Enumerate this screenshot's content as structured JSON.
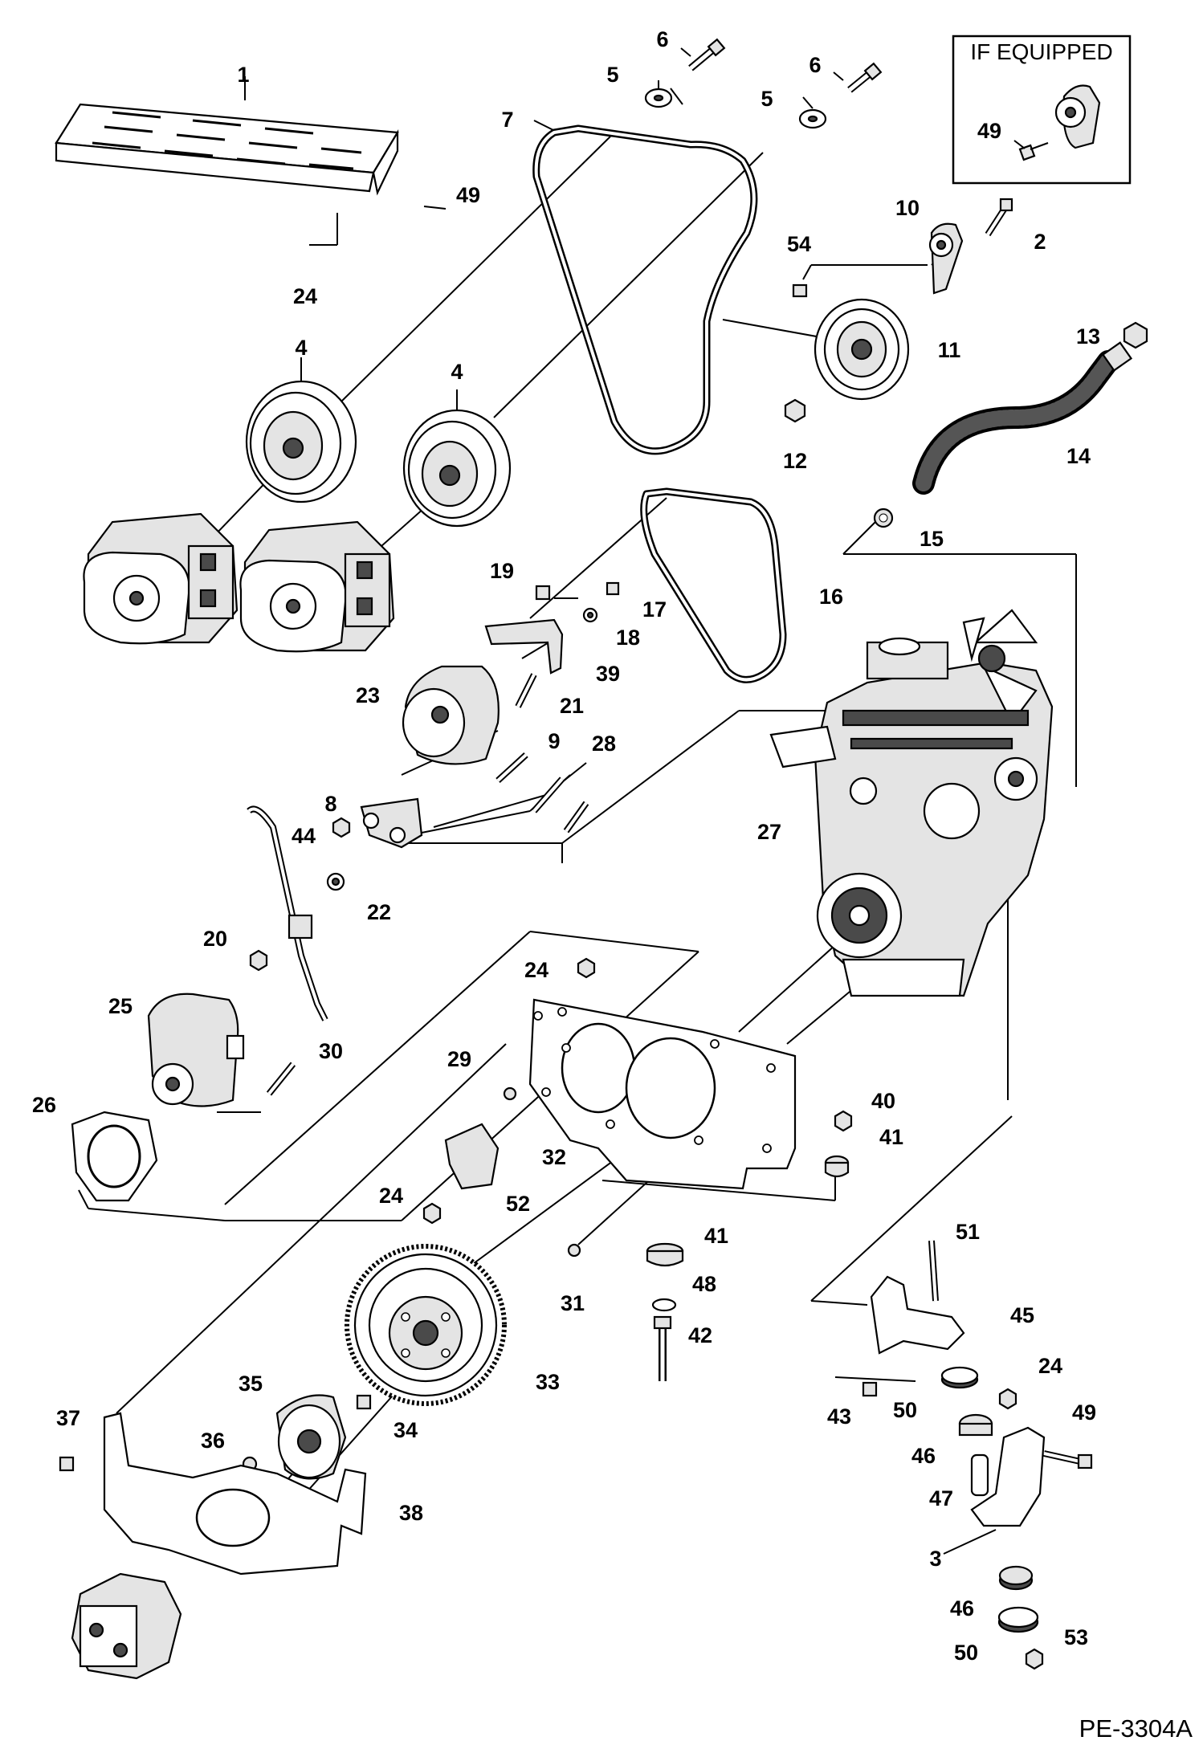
{
  "box": {
    "title": "IF EQUIPPED",
    "label": "49"
  },
  "drawing_code": "PE-3304A",
  "callouts": {
    "c1": "1",
    "c2": "2",
    "c3": "3",
    "c4a": "4",
    "c4b": "4",
    "c5a": "5",
    "c5b": "5",
    "c6a": "6",
    "c6b": "6",
    "c7": "7",
    "c8": "8",
    "c9": "9",
    "c10": "10",
    "c11": "11",
    "c12": "12",
    "c13": "13",
    "c14": "14",
    "c15": "15",
    "c16": "16",
    "c17": "17",
    "c18": "18",
    "c19": "19",
    "c20": "20",
    "c21": "21",
    "c22": "22",
    "c23": "23",
    "c24a": "24",
    "c24b": "24",
    "c24c": "24",
    "c24d": "24",
    "c25": "25",
    "c26": "26",
    "c27": "27",
    "c28": "28",
    "c29": "29",
    "c30": "30",
    "c31": "31",
    "c32": "32",
    "c33": "33",
    "c34": "34",
    "c35": "35",
    "c36": "36",
    "c37": "37",
    "c38": "38",
    "c39": "39",
    "c40": "40",
    "c41a": "41",
    "c41b": "41",
    "c42": "42",
    "c43": "43",
    "c44": "44",
    "c45": "45",
    "c46a": "46",
    "c46b": "46",
    "c47": "47",
    "c48": "48",
    "c49a": "49",
    "c49b": "49",
    "c50a": "50",
    "c50b": "50",
    "c51": "51",
    "c52": "52",
    "c53": "53",
    "c54": "54"
  }
}
